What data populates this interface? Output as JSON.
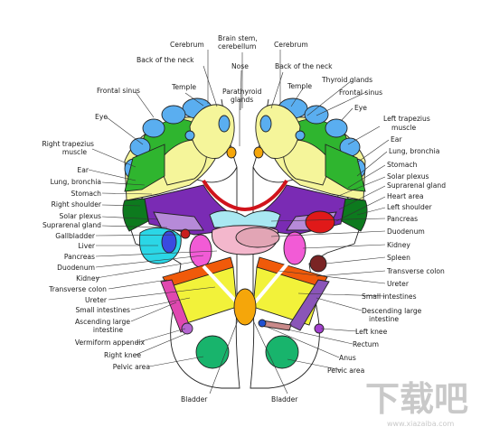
{
  "labels_left": {
    "frontal_sinus": "Frontal sinus",
    "eye": "Eye",
    "right_trapezius_1": "Right trapezius",
    "right_trapezius_2": "muscle",
    "ear": "Ear",
    "lung_bronchia": "Lung, bronchia",
    "stomach": "Stomach",
    "right_shoulder": "Right shoulder",
    "solar_plexus": "Solar plexus",
    "suprarenal_gland": "Suprarenal gland",
    "gallbladder": "Gallbladder",
    "liver": "Liver",
    "pancreas": "Pancreas",
    "duodenum": "Duodenum",
    "kidney": "Kidney",
    "transverse_colon": "Transverse colon",
    "ureter": "Ureter",
    "small_intestines": "Small intestines",
    "ascending_large_1": "Ascending large",
    "ascending_large_2": "intestine",
    "vermiform_appendix": "Vermiform appendix",
    "right_knee": "Right knee",
    "pelvic_area": "Pelvic area"
  },
  "labels_top": {
    "cerebrum_left": "Cerebrum",
    "brain_stem_1": "Brain stem,",
    "brain_stem_2": "cerebellum",
    "cerebrum_right": "Cerebrum",
    "back_of_neck_left": "Back of the neck",
    "nose": "Nose",
    "back_of_neck_right": "Back of the neck",
    "temple_left": "Temple",
    "parathyroid_1": "Parathyroid",
    "parathyroid_2": "glands",
    "temple_right": "Temple",
    "thyroid_glands": "Thyroid glands"
  },
  "labels_right": {
    "frontal_sinus": "Frontal sinus",
    "eye": "Eye",
    "left_trapezius_1": "Left trapezius",
    "left_trapezius_2": "muscle",
    "ear": "Ear",
    "lung_bronchia": "Lung, bronchia",
    "stomach": "Stomach",
    "solar_plexus": "Solar plexus",
    "suprarenal_gland": "Suprarenal gland",
    "heart_area": "Heart area",
    "left_shoulder": "Left shoulder",
    "pancreas": "Pancreas",
    "duodenum": "Duodenum",
    "kidney": "Kidney",
    "spleen": "Spleen",
    "transverse_colon": "Transverse colon",
    "ureter": "Ureter",
    "small_intestines": "Small intestines",
    "descending_large_1": "Descending large",
    "descending_large_2": "intestine",
    "left_knee": "Left knee",
    "rectum": "Rectum",
    "anus": "Anus",
    "pelvic_area": "Pelvic area"
  },
  "labels_bottom": {
    "bladder_left": "Bladder",
    "bladder_right": "Bladder"
  },
  "watermark": {
    "logo_text": "下载吧",
    "url": "www.xiazaiba.com"
  },
  "colors": {
    "outline": "#222222",
    "toe_blue": "#5aaef0",
    "sinus_green": "#2fb52f",
    "lung_yellow": "#f5f59a",
    "dark_green": "#0d7a1e",
    "diaphragm_red": "#d0131b",
    "stomach_purple": "#7a2bb4",
    "pancreas_light_blue": "#a9e8f2",
    "duodenum_pink": "#f3b7cc",
    "kidney_magenta": "#f25bd6",
    "liver_cyan": "#2bd6e6",
    "heart_red": "#e01919",
    "colon_orange": "#f05a0a",
    "intestine_yellow": "#f2f23a",
    "bladder_orange": "#f5a60a",
    "ascending_magenta": "#e048b0",
    "descending_violet": "#8a55b8",
    "pelvic_green": "#18b46c",
    "spleen_brown": "#7a2424",
    "gallbladder_red": "#c81e1e"
  }
}
